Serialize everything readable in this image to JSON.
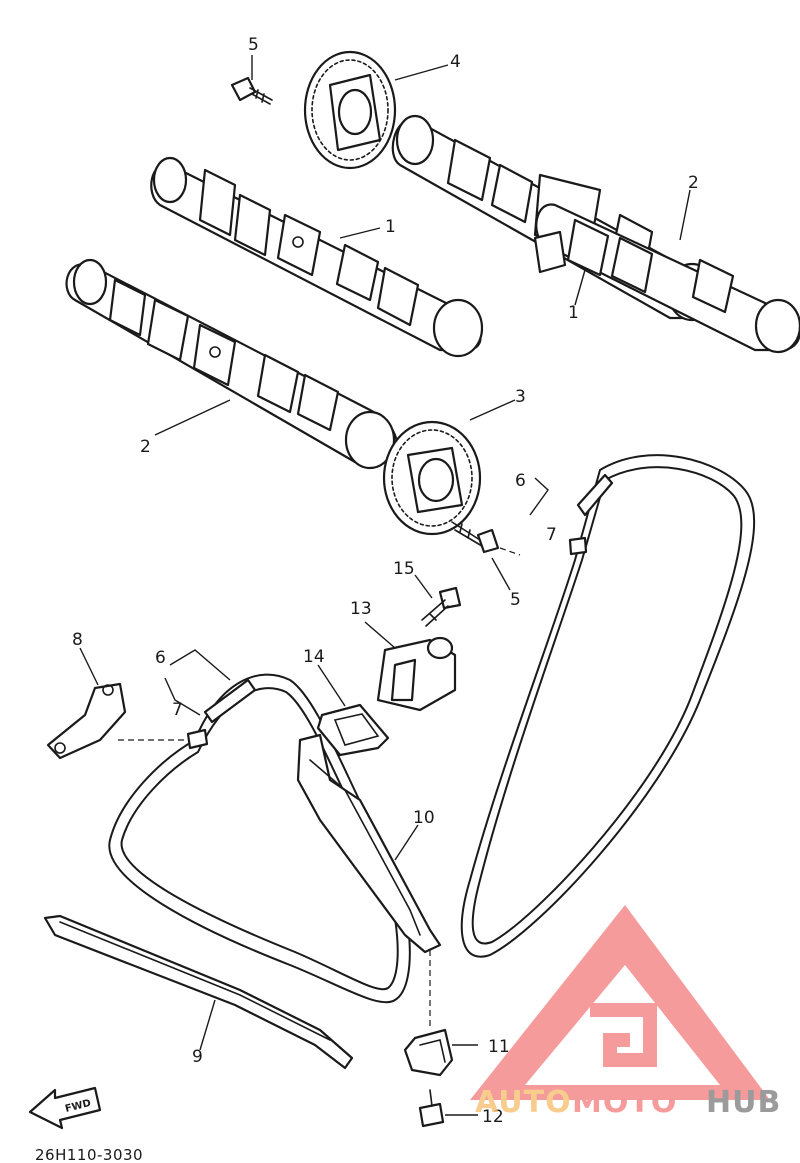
{
  "diagram": {
    "code": "26H110-3030",
    "fwd_label": "FWD",
    "callouts": {
      "c1a": "1",
      "c1b": "1",
      "c2a": "2",
      "c2b": "2",
      "c3": "3",
      "c4": "4",
      "c5a": "5",
      "c5b": "5",
      "c6a": "6",
      "c6b": "6",
      "c7a": "7",
      "c7b": "7",
      "c8": "8",
      "c9": "9",
      "c10": "10",
      "c11": "11",
      "c12": "12",
      "c13": "13",
      "c14": "14",
      "c15": "15"
    }
  },
  "watermark": {
    "text_auto": "AUTO",
    "text_moto": "MOTO",
    "text_hub": "HUB",
    "colors": {
      "red": "#f48a8a",
      "orange": "#f6c47a",
      "gray": "#8a8a8a"
    }
  }
}
